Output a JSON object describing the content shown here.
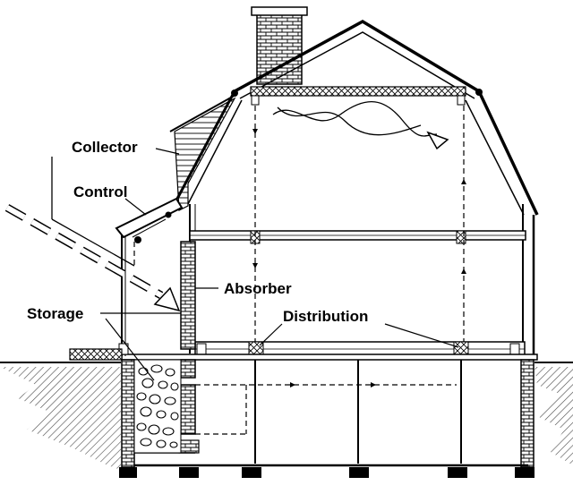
{
  "labels": {
    "collector": "Collector",
    "control": "Control",
    "absorber": "Absorber",
    "storage": "Storage",
    "distribution": "Distribution"
  }
}
